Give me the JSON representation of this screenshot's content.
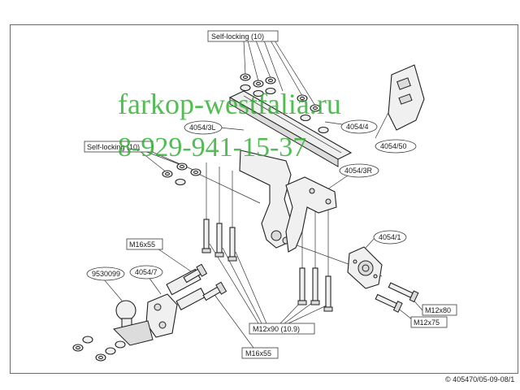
{
  "labels": {
    "self_locking_top": "Self-locking (10)",
    "self_locking_left": "Self-locking (10)",
    "part_4054_3l": "4054/3L",
    "part_4054_4": "4054/4",
    "part_4054_50": "4054/50",
    "part_4054_3r": "4054/3R",
    "part_4054_1": "4054/1",
    "part_4054_7": "4054/7",
    "part_9530099": "9530099",
    "bolt_m16x55_top": "M16x55",
    "bolt_m16x55_bottom": "M16x55",
    "bolt_m12x90": "M12x90 (10.9)",
    "bolt_m12x80": "M12x80",
    "bolt_m12x75": "M12x75"
  },
  "watermark": {
    "site": "farkop-westfalia.ru",
    "phone": "8-929-941-15-37",
    "color": "#2fae2f"
  },
  "copyright": "© 405470/05-09-08/1"
}
